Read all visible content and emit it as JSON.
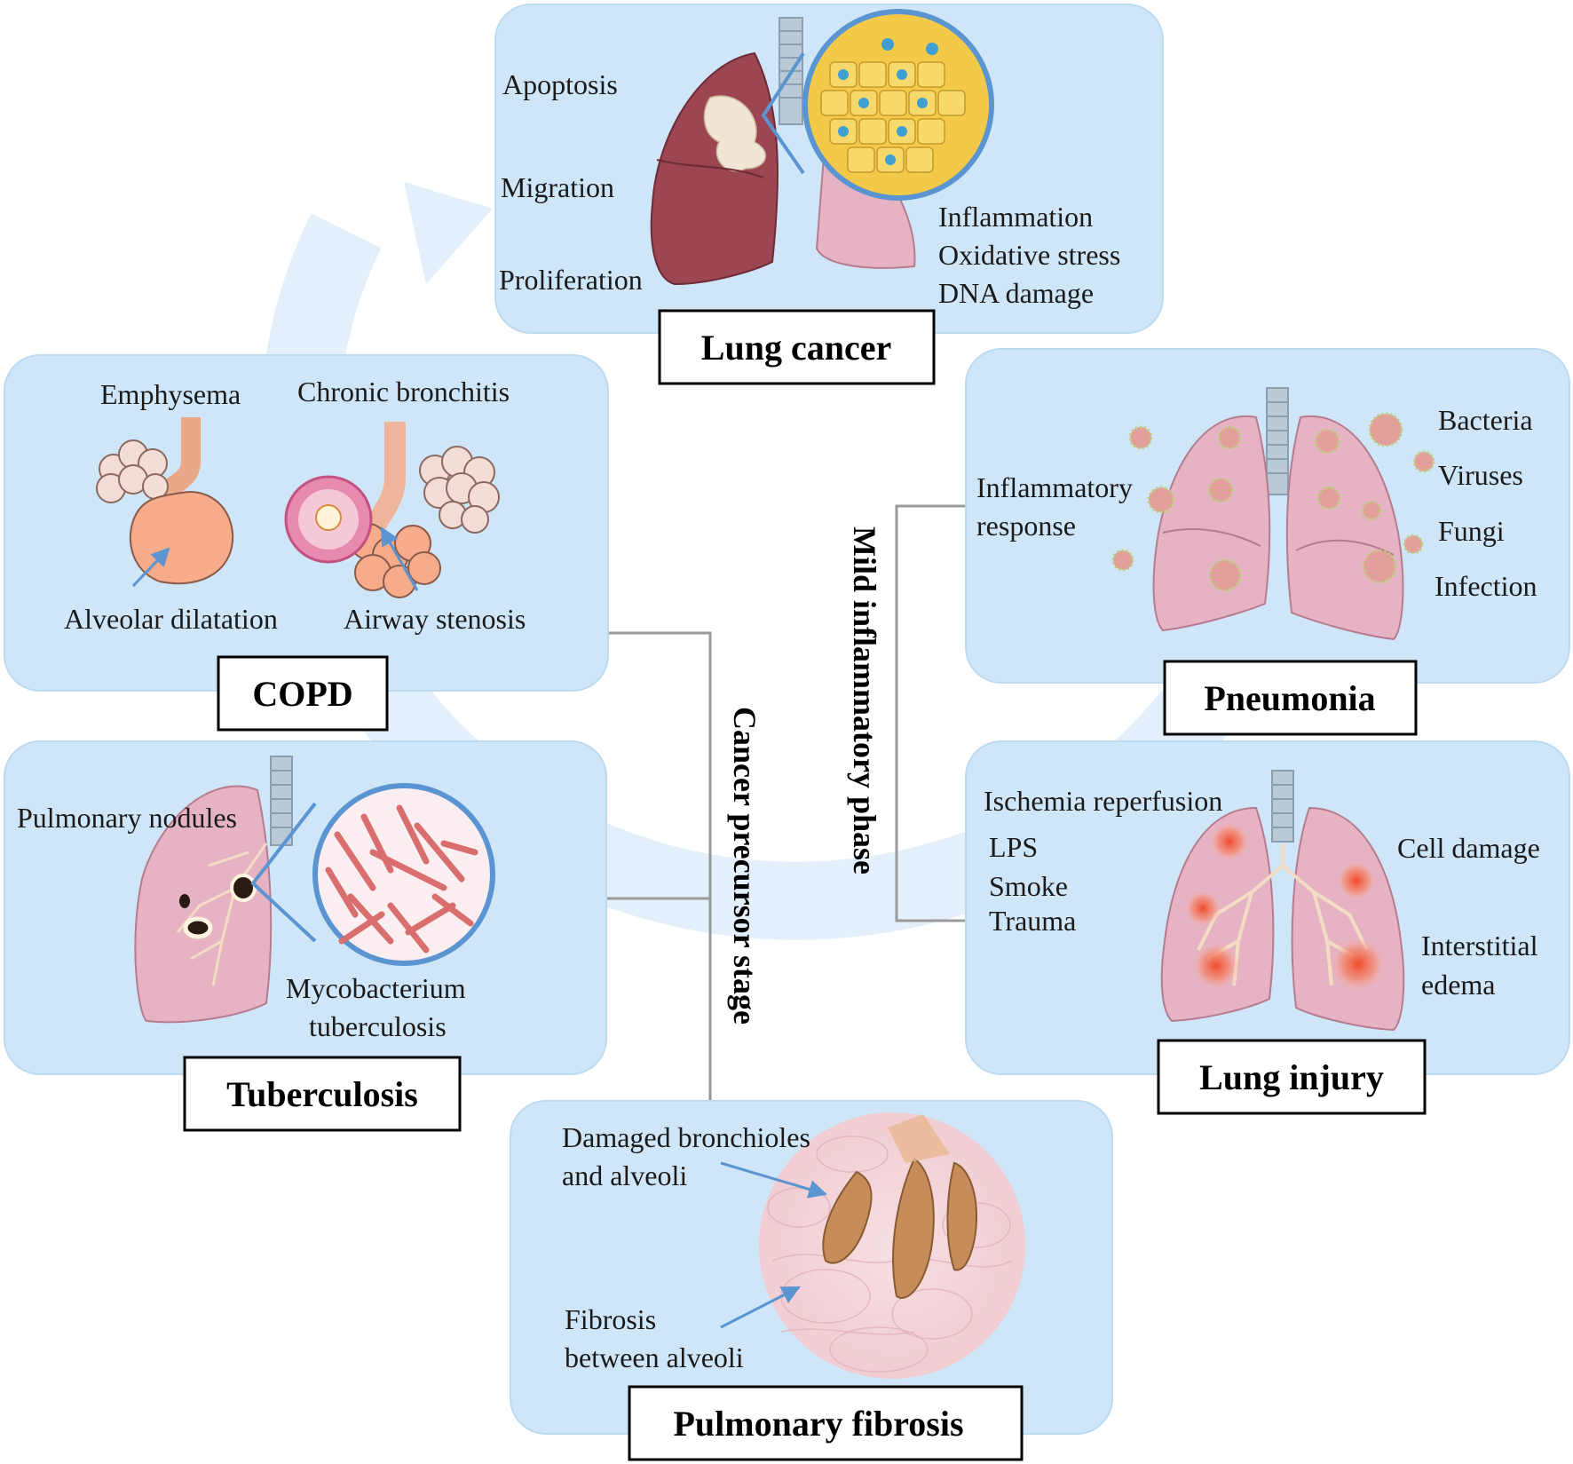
{
  "colors": {
    "panel_fill": "#cfe6f8",
    "panel_stroke": "#bcdaf0",
    "cycle_arrow": "#e3f0fb",
    "lung_pink": "#e6b3c4",
    "lung_dark": "#9c4654",
    "accent_blue": "#5b95d1",
    "connector_gray": "#9a9a9a"
  },
  "panels": {
    "lung_cancer": {
      "title": "Lung cancer",
      "left_labels": [
        "Apoptosis",
        "Migration",
        "Proliferation"
      ],
      "right_labels": [
        "Inflammation",
        "Oxidative stress",
        "DNA damage"
      ]
    },
    "copd": {
      "title": "COPD",
      "labels": [
        "Emphysema",
        "Chronic bronchitis",
        "Alveolar dilatation",
        "Airway stenosis"
      ]
    },
    "tuberculosis": {
      "title": "Tuberculosis",
      "labels": [
        "Pulmonary nodules",
        "Mycobacterium",
        "tuberculosis"
      ]
    },
    "pneumonia": {
      "title": "Pneumonia",
      "left_labels": [
        "Inflammatory",
        "response"
      ],
      "right_labels": [
        "Bacteria",
        "Viruses",
        "Fungi",
        "Infection"
      ]
    },
    "lung_injury": {
      "title": "Lung injury",
      "left_labels": [
        "Ischemia reperfusion",
        "LPS",
        "Smoke",
        "Trauma"
      ],
      "right_labels": [
        "Cell damage",
        "Interstitial",
        "edema"
      ]
    },
    "pulmonary_fibrosis": {
      "title": "Pulmonary fibrosis",
      "labels": [
        "Damaged bronchioles",
        "and alveoli",
        "Fibrosis",
        "between alveoli"
      ]
    }
  },
  "stages": {
    "cancer_precursor": "Cancer precursor stage",
    "mild_inflammatory": "Mild inflammatory phase"
  }
}
